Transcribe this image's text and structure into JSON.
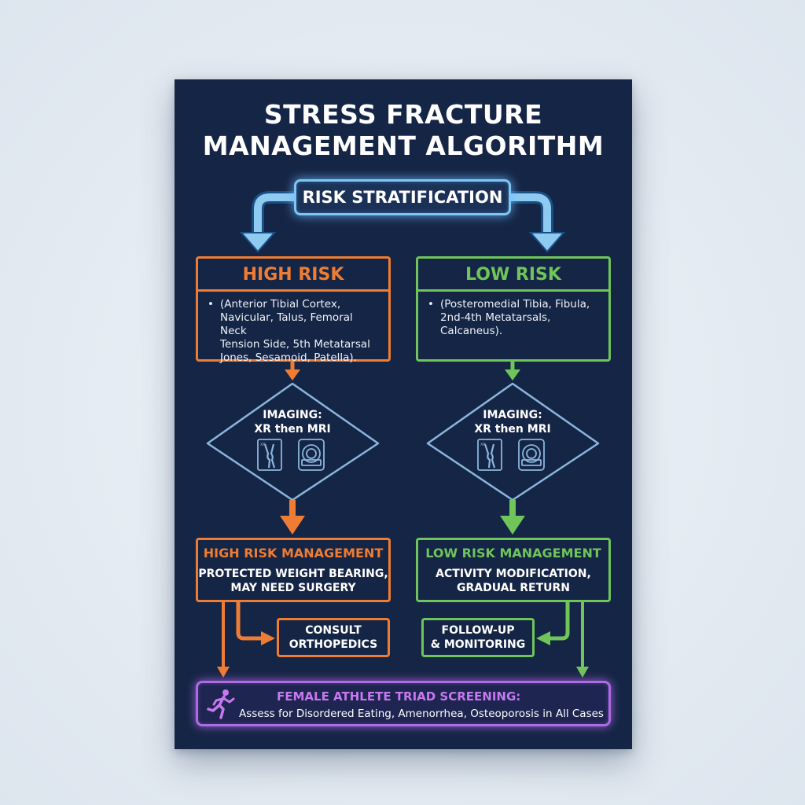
{
  "title": {
    "line1": "STRESS FRACTURE",
    "line2": "MANAGEMENT ALGORITHM"
  },
  "risk_stratification": "RISK STRATIFICATION",
  "high_risk": {
    "heading": "HIGH RISK",
    "bullet": "•",
    "sites": "(Anterior Tibial Cortex,\nNavicular, Talus, Femoral Neck\nTension Side, 5th Metatarsal\nJones, Sesamoid, Patella)."
  },
  "low_risk": {
    "heading": "LOW RISK",
    "bullet": "•",
    "sites": "(Posteromedial Tibia, Fibula,\n2nd-4th Metatarsals,\nCalcaneus)."
  },
  "imaging_high": {
    "line1": "IMAGING:",
    "line2": "XR then MRI",
    "icons": [
      "xray-knee-icon",
      "mri-scanner-icon"
    ]
  },
  "imaging_low": {
    "line1": "IMAGING:",
    "line2": "XR then MRI",
    "icons": [
      "xray-knee-icon",
      "mri-scanner-icon"
    ]
  },
  "high_management": {
    "heading": "HIGH RISK MANAGEMENT",
    "detail": "PROTECTED WEIGHT BEARING,\nMAY NEED SURGERY"
  },
  "low_management": {
    "heading": "LOW RISK MANAGEMENT",
    "detail": "ACTIVITY MODIFICATION,\nGRADUAL RETURN"
  },
  "consult": "CONSULT\nORTHOPEDICS",
  "follow_up": "FOLLOW-UP\n& MONITORING",
  "triad": {
    "heading": "FEMALE ATHLETE TRIAD SCREENING:",
    "detail": "Assess for Disordered Eating, Amenorrhea, Osteoporosis in All Cases",
    "icon": "runner-icon"
  },
  "colors": {
    "background": "#152546",
    "high": "#ee7d33",
    "low": "#6fc45a",
    "stratification": "#7ec6f3",
    "triad": "#b06ae6"
  }
}
